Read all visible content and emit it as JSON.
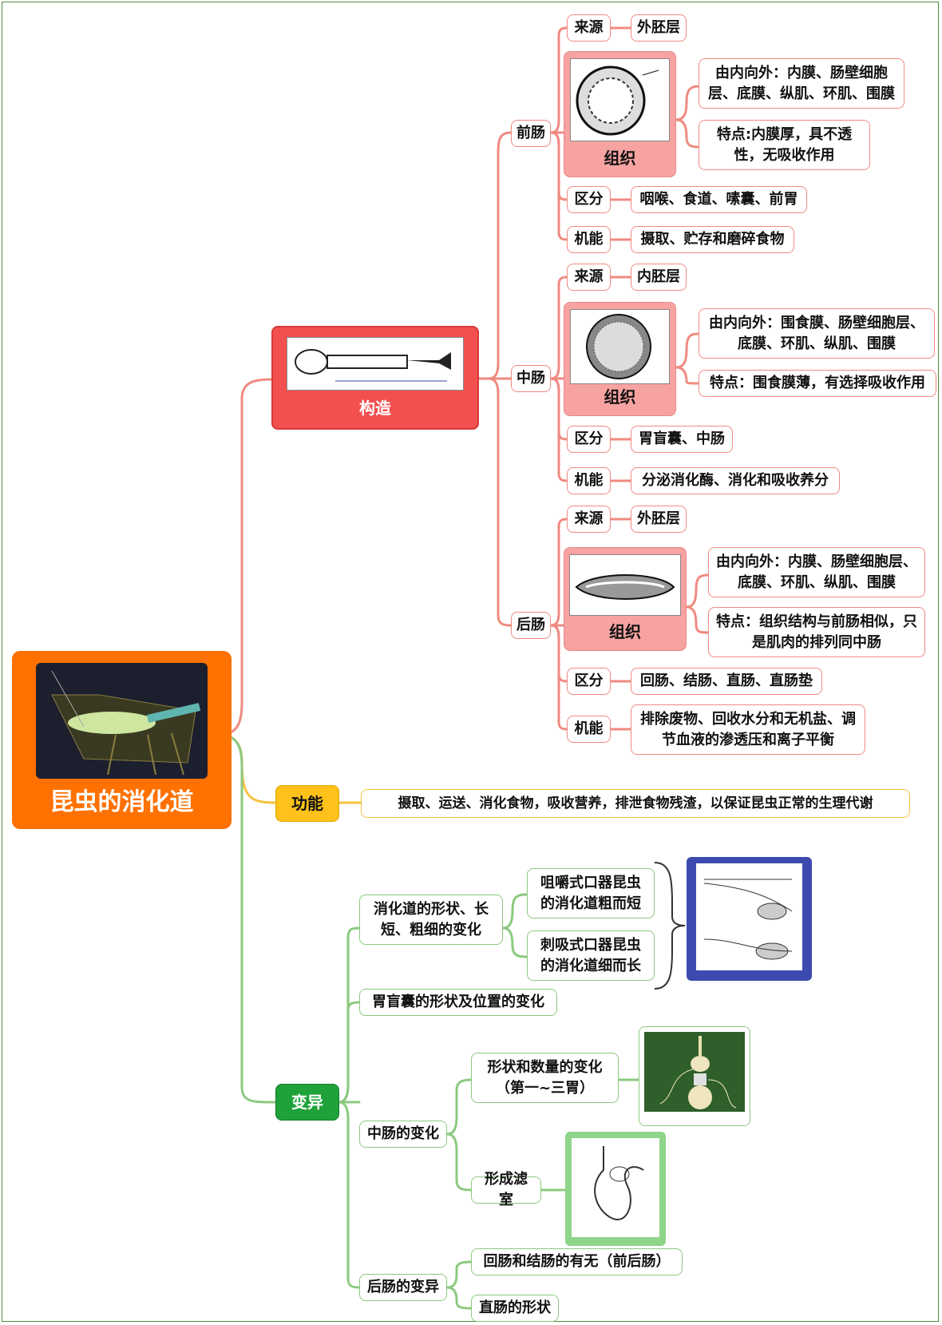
{
  "root": {
    "title": "昆虫的消化道"
  },
  "structure": {
    "label": "构造",
    "foregut": {
      "label": "前肠",
      "origin_label": "来源",
      "origin_value": "外胚层",
      "tissue_label": "组织",
      "layers": "由内向外：内膜、肠壁细胞层、底膜、纵肌、环肌、围膜",
      "feature": "特点:内膜厚，具不透性，无吸收作用",
      "division_label": "区分",
      "division_value": "咽喉、食道、嗉囊、前胃",
      "function_label": "机能",
      "function_value": "摄取、贮存和磨碎食物"
    },
    "midgut": {
      "label": "中肠",
      "origin_label": "来源",
      "origin_value": "内胚层",
      "tissue_label": "组织",
      "layers": "由内向外：围食膜、肠壁细胞层、底膜、环肌、纵肌、围膜",
      "feature": "特点：围食膜薄，有选择吸收作用",
      "division_label": "区分",
      "division_value": "胃盲囊、中肠",
      "function_label": "机能",
      "function_value": "分泌消化酶、消化和吸收养分"
    },
    "hindgut": {
      "label": "后肠",
      "origin_label": "来源",
      "origin_value": "外胚层",
      "tissue_label": "组织",
      "layers": "由内向外：内膜、肠壁细胞层、底膜、环肌、纵肌、围膜",
      "feature": "特点：组织结构与前肠相似，只是肌肉的排列同中肠",
      "division_label": "区分",
      "division_value": "回肠、结肠、直肠、直肠垫",
      "function_label": "机能",
      "function_value": "排除废物、回收水分和无机盐、调节血液的渗透压和离子平衡"
    }
  },
  "function": {
    "label": "功能",
    "value": "摄取、运送、消化食物，吸收营养，排泄食物残渣，以保证昆虫正常的生理代谢"
  },
  "variation": {
    "label": "变异",
    "shape_change": "消化道的形状、长短、粗细的变化",
    "chewing": "咀嚼式口器昆虫的消化道粗而短",
    "sucking": "刺吸式口器昆虫的消化道细而长",
    "caeca_change": "胃盲囊的形状及位置的变化",
    "midgut_change": "中肠的变化",
    "midgut_shape": "形状和数量的变化（第一~三胃）",
    "filter_chamber": "形成滤室",
    "hindgut_variation": "后肠的变异",
    "ileum_colon": "回肠和结肠的有无（前后肠）",
    "rectum_shape": "直肠的形状"
  },
  "colors": {
    "root": "#ff7100",
    "structure": "#f25050",
    "function": "#ffc21a",
    "variation": "#1fa23a",
    "red_line": "#f08a80",
    "yellow_line": "#f4c23e",
    "green_line": "#8bc97f"
  }
}
